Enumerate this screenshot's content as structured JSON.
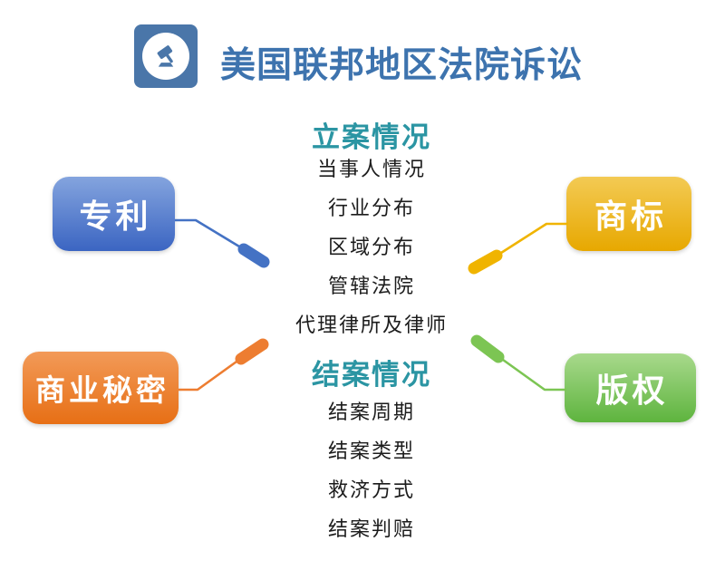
{
  "header": {
    "title": "美国联邦地区法院诉讼",
    "icon": "gavel-icon"
  },
  "colors": {
    "title_blue": "#3d73ae",
    "icon_blue": "#4a76a9",
    "section_teal": "#2b95a3",
    "body_text": "#1c1c1c",
    "background": "#ffffff"
  },
  "center": {
    "sections": [
      {
        "title": "立案情况",
        "items": [
          "当事人情况",
          "行业分布",
          "区域分布",
          "管辖法院",
          "代理律所及律师"
        ]
      },
      {
        "title": "结案情况",
        "items": [
          "结案周期",
          "结案类型",
          "救济方式",
          "结案判赔"
        ]
      }
    ]
  },
  "branches": [
    {
      "id": "patent",
      "label": "专利",
      "side": "top-left",
      "gradient_top": "#84a4de",
      "gradient_bottom": "#3b65c2",
      "connector_color": "#4472c4"
    },
    {
      "id": "trademark",
      "label": "商标",
      "side": "top-right",
      "gradient_top": "#f3ca54",
      "gradient_bottom": "#e7a800",
      "connector_color": "#f0b400"
    },
    {
      "id": "trade-secret",
      "label": "商业秘密",
      "side": "bottom-left",
      "gradient_top": "#f29a58",
      "gradient_bottom": "#e76f15",
      "connector_color": "#ed7d31"
    },
    {
      "id": "copyright",
      "label": "版权",
      "side": "bottom-right",
      "gradient_top": "#a8d98c",
      "gradient_bottom": "#5eb43e",
      "connector_color": "#7cc553"
    }
  ]
}
